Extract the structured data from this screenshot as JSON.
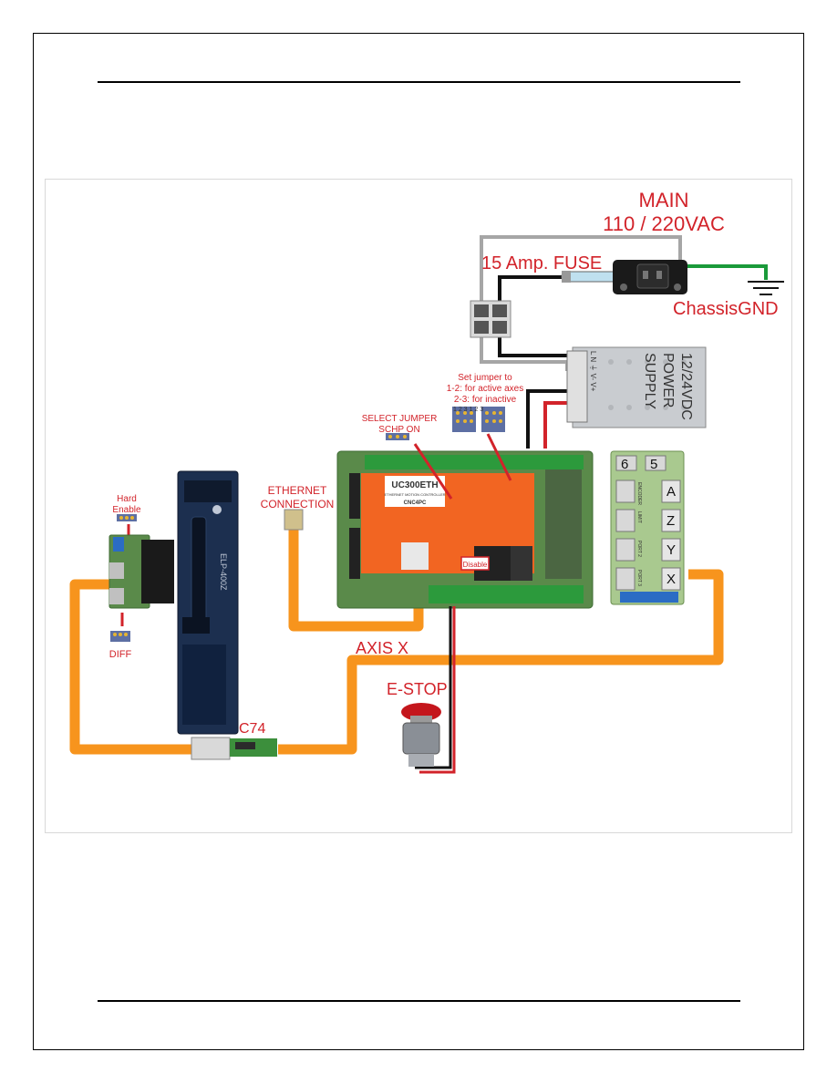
{
  "labels": {
    "main": "MAIN",
    "voltage": "110 / 220VAC",
    "fuse": "15 Amp. FUSE",
    "chassis_gnd": "ChassisGND",
    "psu_line1": "12/24VDC",
    "psu_line2": "POWER",
    "psu_line3": "SUPPLY",
    "psu_terminals": "L N ⏚ V- V+",
    "jumper_note_1": "Set jumper to",
    "jumper_note_2": "1-2: for active axes",
    "jumper_note_3": "2-3: for inactive",
    "jumper_pins": "1  2  3  1  2  3",
    "select_jumper_1": "SELECT JUMPER",
    "select_jumper_2": "SCHP ON",
    "ethernet_1": "ETHERNET",
    "ethernet_2": "CONNECTION",
    "hard_enable_1": "Hard",
    "hard_enable_2": "Enable",
    "diff": "DIFF",
    "board_name": "UC300ETH",
    "board_sub": "ETHERNET MOTION CONTROLLER",
    "board_brand": "CNC4PC",
    "disable": "Disable",
    "driver_model": "ELP-400Z",
    "axis": "AXIS X",
    "estop": "E-STOP",
    "c74": "C74",
    "axis_letters": [
      "6",
      "5",
      "A",
      "Z",
      "Y",
      "X"
    ],
    "port_labels": [
      "ENCODER",
      "LIMIT",
      "PORT 2",
      "PORT 3"
    ]
  },
  "colors": {
    "cable_orange": "#f7941d",
    "label_red": "#d2232a",
    "board_orange": "#f26522",
    "board_green": "#5a8a4a",
    "driver_blue": "#1c2f4f",
    "wire_gray": "#a6a6a6",
    "ground_green": "#1a9a3a"
  }
}
